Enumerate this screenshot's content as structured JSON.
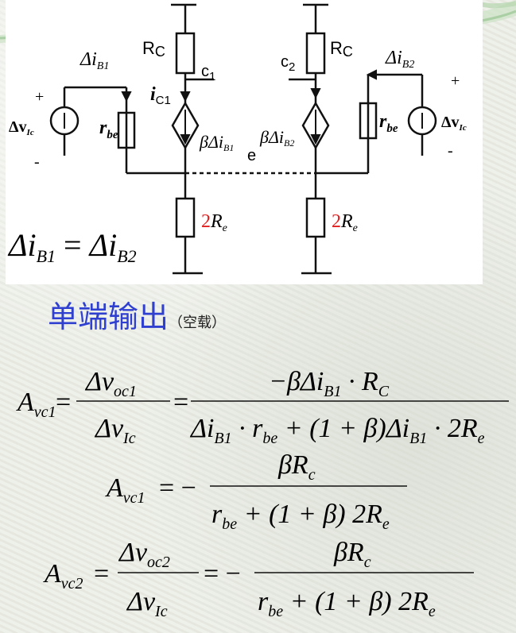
{
  "circuit": {
    "delta_i_b1": "Δi",
    "delta_i_b1_sub": "B1",
    "delta_i_b2": "Δi",
    "delta_i_b2_sub": "B2",
    "plus_left": "+",
    "minus_left": "-",
    "delta_v_left": "Δv",
    "delta_v_left_sub": "Ic",
    "plus_right": "+",
    "minus_right": "-",
    "delta_v_right": "Δv",
    "delta_v_right_sub": "Ic",
    "rc_left": "R",
    "rc_left_sub": "C",
    "rc_right": "R",
    "rc_right_sub": "C",
    "c1": "c",
    "c1_sub": "1",
    "c2": "c",
    "c2_sub": "2",
    "ic1": "i",
    "ic1_sub": "C1",
    "rbe_left": "r",
    "rbe_left_sub": "be",
    "rbe_right": "r",
    "rbe_right_sub": "be",
    "source_left_label": "βΔi",
    "source_left_sub": "B1",
    "source_right_label": "βΔi",
    "source_right_sub": "B2",
    "node_e": "e",
    "re_left_coef": "2",
    "re_left": "R",
    "re_left_sub": "e",
    "re_right_coef": "2",
    "re_right": "R",
    "re_right_sub": "e",
    "eq_lhs": "Δi",
    "eq_lhs_sub": "B1",
    "eq_sign": " = ",
    "eq_rhs": "Δi",
    "eq_rhs_sub": "B2"
  },
  "heading": {
    "main": "单端输出",
    "sub": "（空载）"
  },
  "formulas": {
    "f1_lhs": "A",
    "f1_lhs_sub": "vc1",
    "eq": "=",
    "f1_frac1_num": "Δv",
    "f1_frac1_num_sub": "oc1",
    "f1_frac1_den": "Δv",
    "f1_frac1_den_sub": "Ic",
    "f1_frac2_num_a": "−βΔi",
    "f1_frac2_num_a_sub": "B1",
    "f1_frac2_num_b": " · R",
    "f1_frac2_num_b_sub": "C",
    "f1_frac2_den_a": "Δi",
    "f1_frac2_den_a_sub": "B1",
    "f1_frac2_den_b": " · r",
    "f1_frac2_den_b_sub": "be",
    "f1_frac2_den_c": " + (1 + β)Δi",
    "f1_frac2_den_c_sub": "B1",
    "f1_frac2_den_d": " · 2R",
    "f1_frac2_den_d_sub": "e",
    "f2_lhs": "A",
    "f2_lhs_sub": "vc1",
    "f2_eq": "= −",
    "f2_num": "βR",
    "f2_num_sub": "c",
    "f2_den_a": "r",
    "f2_den_a_sub": "be",
    "f2_den_b": " + (1 + β) 2R",
    "f2_den_b_sub": "e",
    "f3_lhs": "A",
    "f3_lhs_sub": "vc2",
    "f3_frac1_num": "Δv",
    "f3_frac1_num_sub": "oc2",
    "f3_frac1_den": "Δv",
    "f3_frac1_den_sub": "Ic",
    "f3_eq2": "= −",
    "f3_num": "βR",
    "f3_num_sub": "c",
    "f3_den_a": "r",
    "f3_den_a_sub": "be",
    "f3_den_b": " + (1 + β) 2R",
    "f3_den_b_sub": "e"
  },
  "colors": {
    "heading": "#2f3fd0",
    "re_coefficient": "#e02020",
    "swoosh": "#9fc99a"
  }
}
